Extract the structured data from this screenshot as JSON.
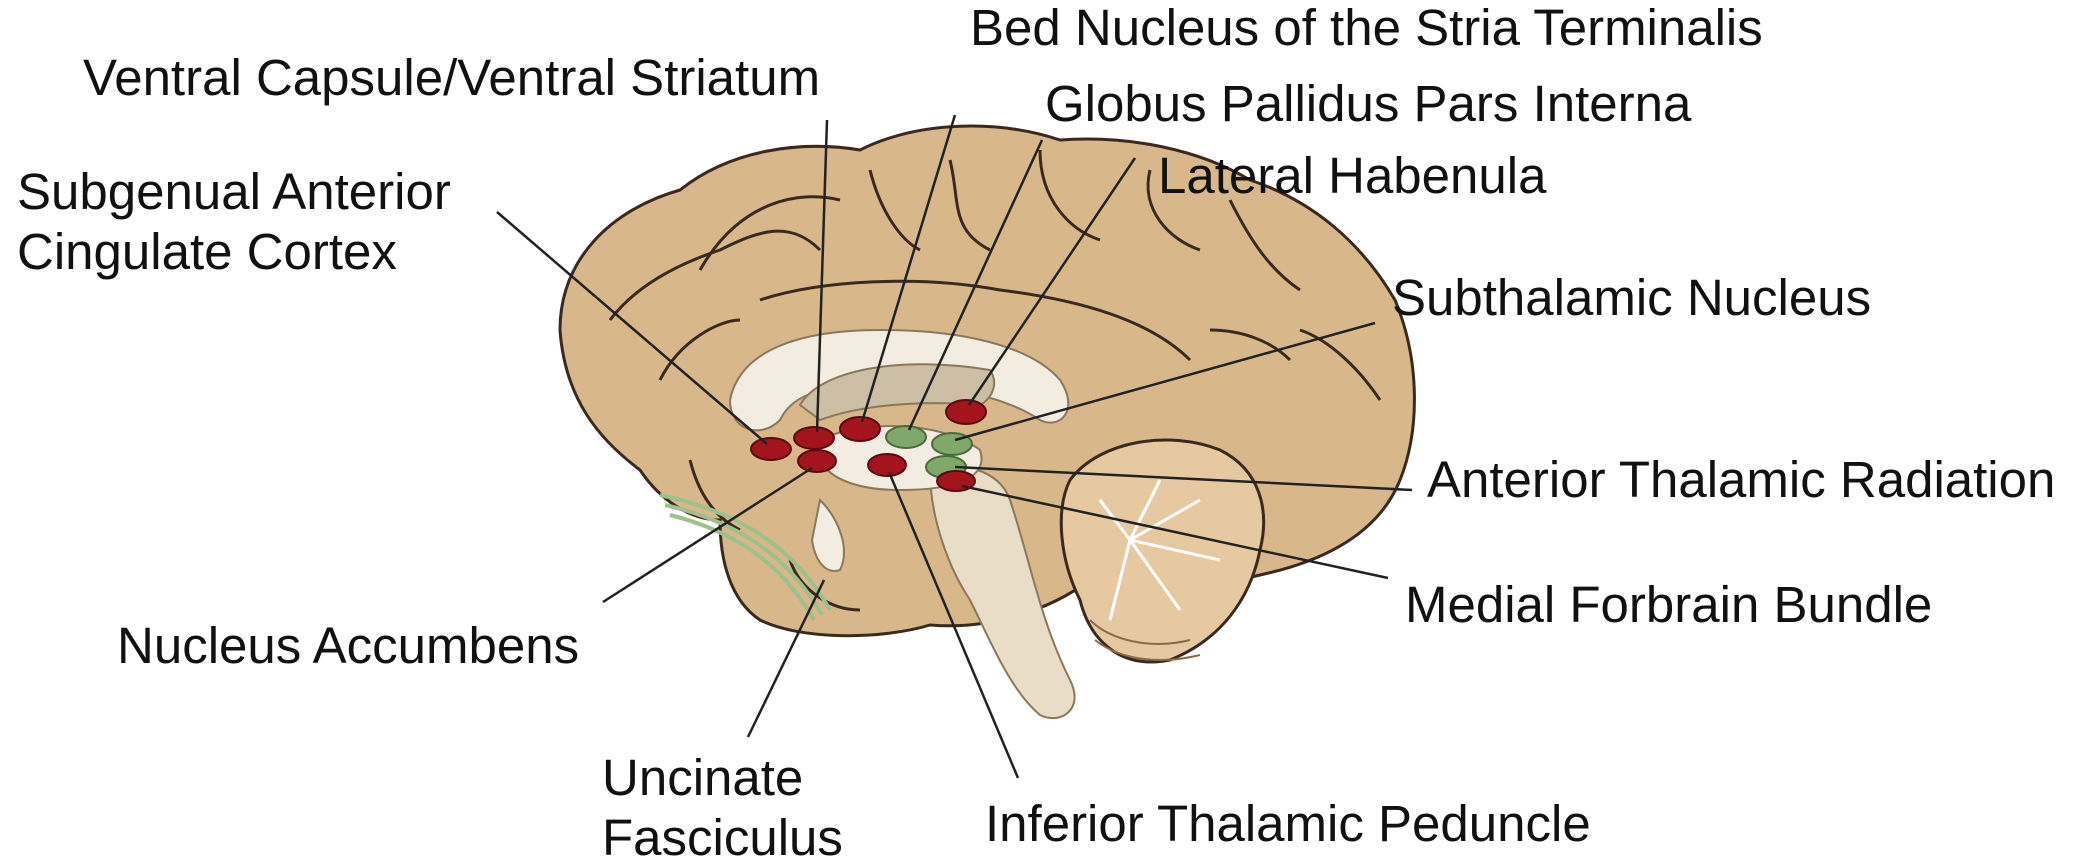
{
  "diagram": {
    "colors": {
      "cortex": "#d8b88a",
      "cortex_outline": "#3a2a1e",
      "white_matter": "#f3ece0",
      "ventricle": "#cdbfa6",
      "target_red": "#a3141c",
      "target_green": "#7fa86a",
      "cerebellum": "#e6c9a0",
      "leader_line": "#222222"
    },
    "labels": {
      "vc_vs": "Ventral Capsule/Ventral Striatum",
      "bnst": "Bed Nucleus of the Stria Terminalis",
      "gpi": "Globus Pallidus Pars Interna",
      "lhb": "Lateral Habenula",
      "sgacc_line1": "Subgenual Anterior",
      "sgacc_line2": "Cingulate Cortex",
      "stn": "Subthalamic Nucleus",
      "atr": "Anterior Thalamic Radiation",
      "mfb": "Medial Forbrain Bundle",
      "nacc": "Nucleus Accumbens",
      "uf_line1": "Uncinate",
      "uf_line2": "Fasciculus",
      "itp": "Inferior Thalamic Peduncle"
    }
  }
}
